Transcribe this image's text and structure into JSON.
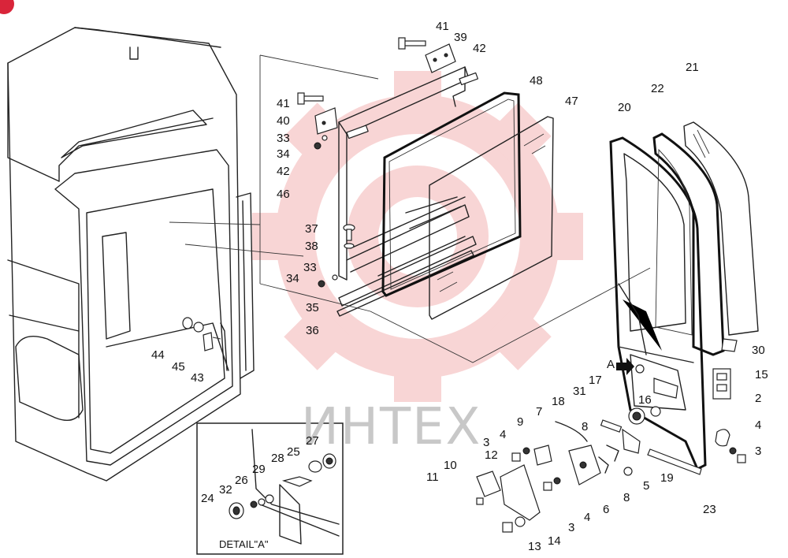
{
  "watermark_text": "ИНТЕХ",
  "detail_caption": "DETAIL\"A\"",
  "view_marker": "A",
  "labels": [
    "41",
    "39",
    "42",
    "48",
    "47",
    "21",
    "22",
    "20",
    "41",
    "40",
    "33",
    "34",
    "42",
    "46",
    "37",
    "38",
    "33",
    "34",
    "35",
    "36",
    "44",
    "45",
    "43",
    "30",
    "15",
    "2",
    "4",
    "3",
    "17",
    "16",
    "31",
    "18",
    "7",
    "9",
    "8",
    "3",
    "4",
    "12",
    "10",
    "11",
    "6",
    "8",
    "5",
    "19",
    "3",
    "4",
    "14",
    "13",
    "23",
    "27",
    "25",
    "28",
    "29",
    "26",
    "32",
    "24"
  ],
  "colors": {
    "line": "#222222",
    "watermark": "#f4b3b3",
    "badge": "#d9253a"
  }
}
